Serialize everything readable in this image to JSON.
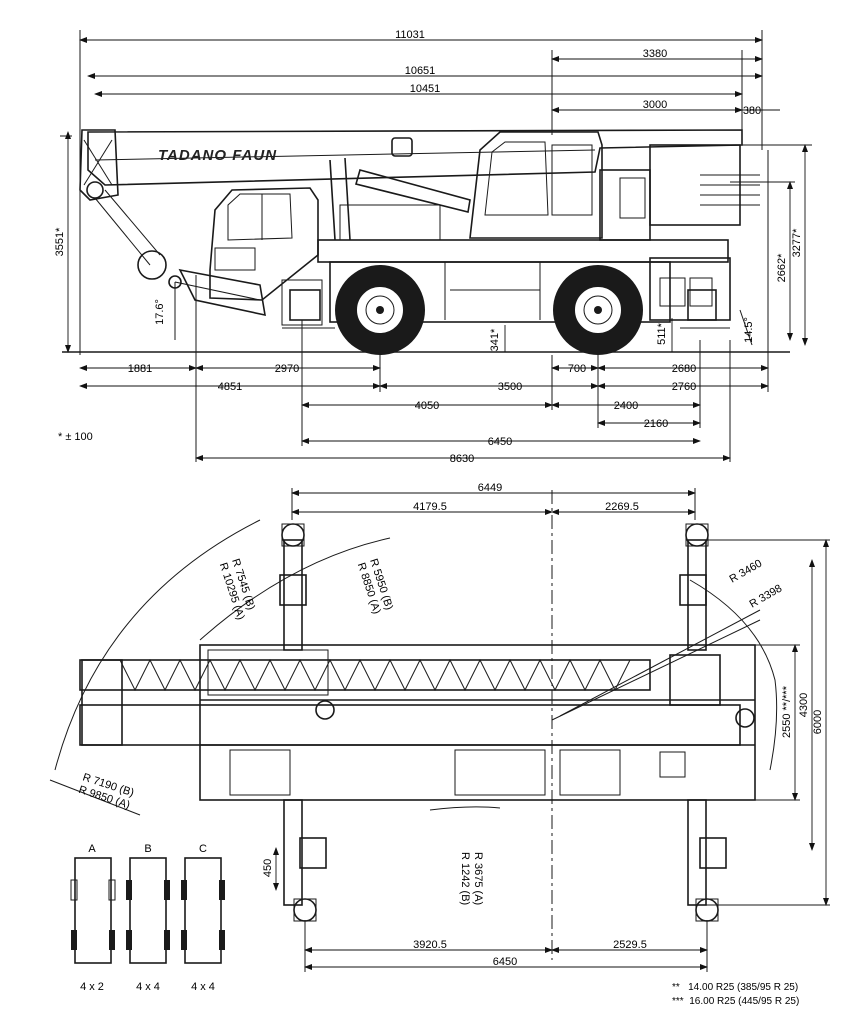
{
  "brand": "TADANO FAUN",
  "tolerance_note": "* ± 100",
  "side_view": {
    "overall": [
      "11031",
      "10651",
      "10451"
    ],
    "rear_overhang": [
      "3380",
      "3000",
      "380"
    ],
    "heights": [
      "3551*",
      "3277*",
      "2662*"
    ],
    "angles": [
      "17.6°",
      "14.5°"
    ],
    "clearances": [
      "341*",
      "511*"
    ],
    "axle_row1": [
      "1881",
      "2970",
      "700",
      "2680"
    ],
    "axle_row2": [
      "4851",
      "3500",
      "2760"
    ],
    "axle_row3": [
      "4050",
      "2400"
    ],
    "axle_row4": [
      "2160"
    ],
    "axle_row5": [
      "6450"
    ],
    "axle_row6": [
      "8630"
    ]
  },
  "top_view": {
    "outrigger_span": "6449",
    "outrigger_front": "4179.5",
    "outrigger_rear": "2269.5",
    "radii_front": [
      "R 7545 (B)",
      "R 10295 (A)"
    ],
    "radii_mid": [
      "R 5950 (B)",
      "R 8850 (A)"
    ],
    "radii_rear": [
      "R 3460",
      "R 3398"
    ],
    "radii_left": [
      "R 7190 (B)",
      "R 9850 (A)"
    ],
    "radii_bottom": [
      "R 1242 (B)",
      "R 3675 (A)"
    ],
    "width_track": "2550 **/***",
    "width_outrigger_a": "4300",
    "width_outrigger_b": "6000",
    "pad": "450",
    "bottom_front": "3920.5",
    "bottom_rear": "2529.5",
    "bottom_total": "6450"
  },
  "drive_configs": [
    {
      "letter": "A",
      "label": "4 x 2"
    },
    {
      "letter": "B",
      "label": "4 x 4"
    },
    {
      "letter": "C",
      "label": "4 x 4"
    }
  ],
  "tyre_notes": [
    "**   14.00 R25 (385/95 R 25)",
    "***  16.00 R25 (445/95 R 25)"
  ]
}
